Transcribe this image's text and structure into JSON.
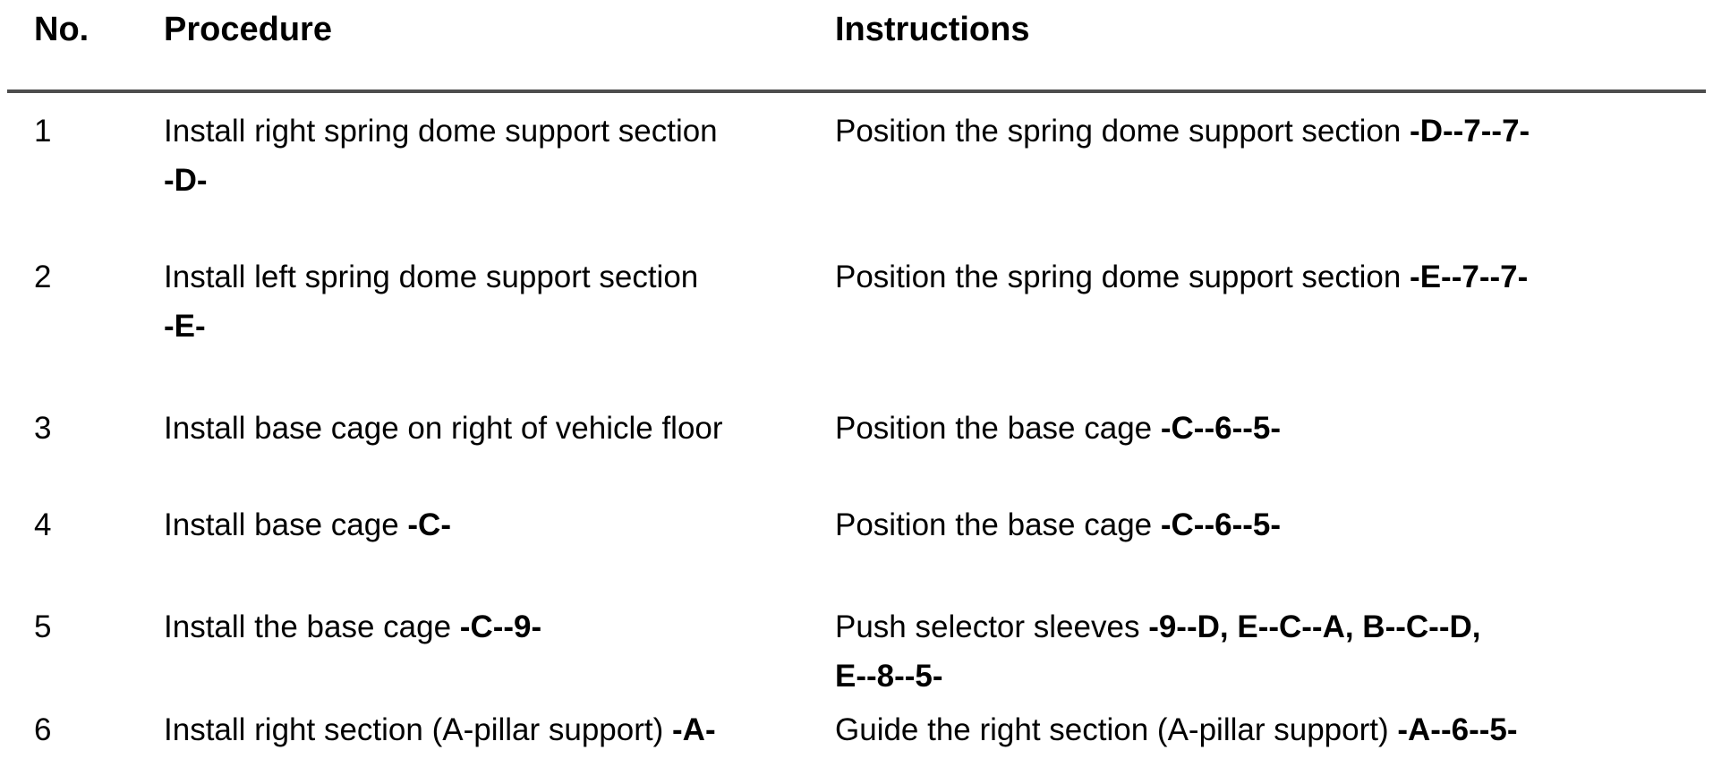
{
  "page": {
    "background_color": "#ffffff",
    "text_color": "#000000",
    "rule_color": "#4d4d4d"
  },
  "table": {
    "headers": {
      "no": "No.",
      "procedure": "Procedure",
      "instructions": "Instructions"
    },
    "rows": [
      {
        "no": "1",
        "procedure": {
          "text": "Install right spring dome support section",
          "bold": "-D-"
        },
        "instructions": {
          "text": "Position the spring dome support section",
          "bold": "-D--7--7-"
        }
      },
      {
        "no": "2",
        "procedure": {
          "text": "Install left spring dome support section",
          "bold": "-E-"
        },
        "instructions": {
          "text": "Position the spring dome support section",
          "bold": "-E--7--7-"
        }
      },
      {
        "no": "3",
        "procedure": {
          "text": "Install base cage on right of vehicle floor",
          "bold": ""
        },
        "instructions": {
          "text": "Position the base cage",
          "bold": "-C--6--5-"
        }
      },
      {
        "no": "4",
        "procedure": {
          "text": "Install base cage",
          "bold": "-C-"
        },
        "instructions": {
          "text": "Position the base cage",
          "bold": "-C--6--5-"
        }
      },
      {
        "no": "5",
        "procedure": {
          "text": "Install the base cage",
          "bold": "-C--9-"
        },
        "instructions": {
          "text": "Push selector sleeves",
          "bold_line1": "-9--D, E--C--A, B--C--D,",
          "bold_line2": "E--8--5-"
        }
      },
      {
        "no": "6",
        "procedure": {
          "text": "Install right section (A-pillar support)",
          "bold": "-A-"
        },
        "instructions": {
          "text": "Guide the right section (A-pillar support)",
          "bold": "-A--6--5-"
        }
      }
    ]
  }
}
